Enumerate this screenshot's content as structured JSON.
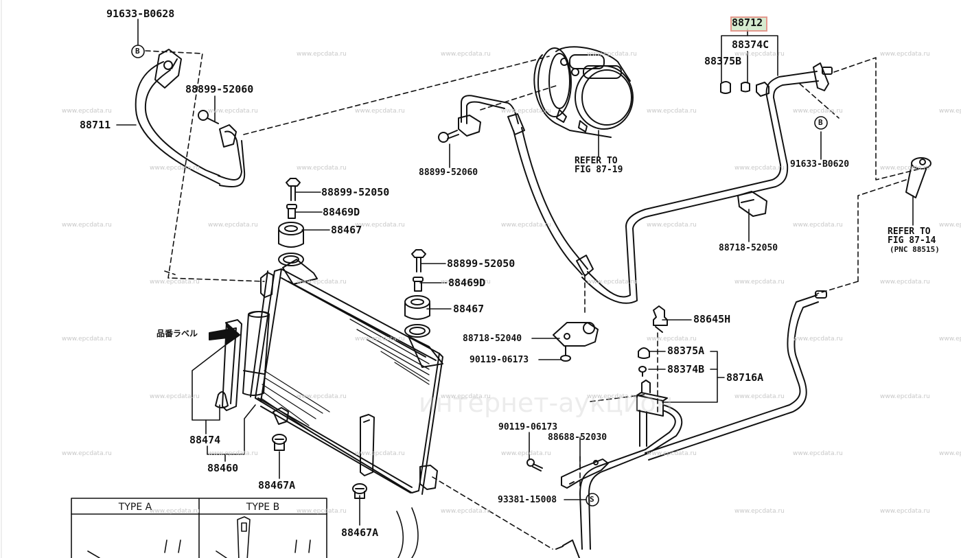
{
  "diagram": {
    "title": "A/C condenser and refrigerant pipes parts diagram",
    "watermark": "www.epcdata.ru",
    "ghost_watermark": "интернет-аукцион",
    "highlight_color": "#e0877a",
    "highlight_fill": "#cfe8c8",
    "labels": {
      "p91633_b0628": "91633-B0628",
      "p88711": "88711",
      "p88899_52060_left": "88899-52060",
      "p88899_52050_a": "88899-52050",
      "p88469d_a": "88469D",
      "p88467_a": "88467",
      "p88899_52050_b": "88899-52050",
      "p88469d_b": "88469D",
      "p88467_b": "88467",
      "p88718_52040": "88718-52040",
      "p90119_06173_a": "90119-06173",
      "p88899_52060_mid": "88899-52060",
      "compressor_ref_1": "REFER TO",
      "compressor_ref_2": "FIG 87-19",
      "p88712": "88712",
      "p88374c": "88374C",
      "p88375b": "88375B",
      "p91633_b0620": "91633-B0620",
      "p88718_52050": "88718-52050",
      "right_ref_1": "REFER TO",
      "right_ref_2": "FIG 87-14",
      "right_ref_3": "(PNC 88515)",
      "p88645h": "88645H",
      "p88375a": "88375A",
      "p88374b": "88374B",
      "p88716a": "88716A",
      "p90119_06173_b": "90119-06173",
      "p88688_52030": "88688-52030",
      "p93381_15008": "93381-15008",
      "jp_label": "品番ラベル",
      "p88474": "88474",
      "p88460": "88460",
      "p88467a_a": "88467A",
      "p88467a_b": "88467A",
      "marker_b": "B",
      "marker_s": "S"
    },
    "type_table": {
      "headers": [
        "TYPE A",
        "TYPE B"
      ]
    },
    "highlighted_part": "88712"
  }
}
